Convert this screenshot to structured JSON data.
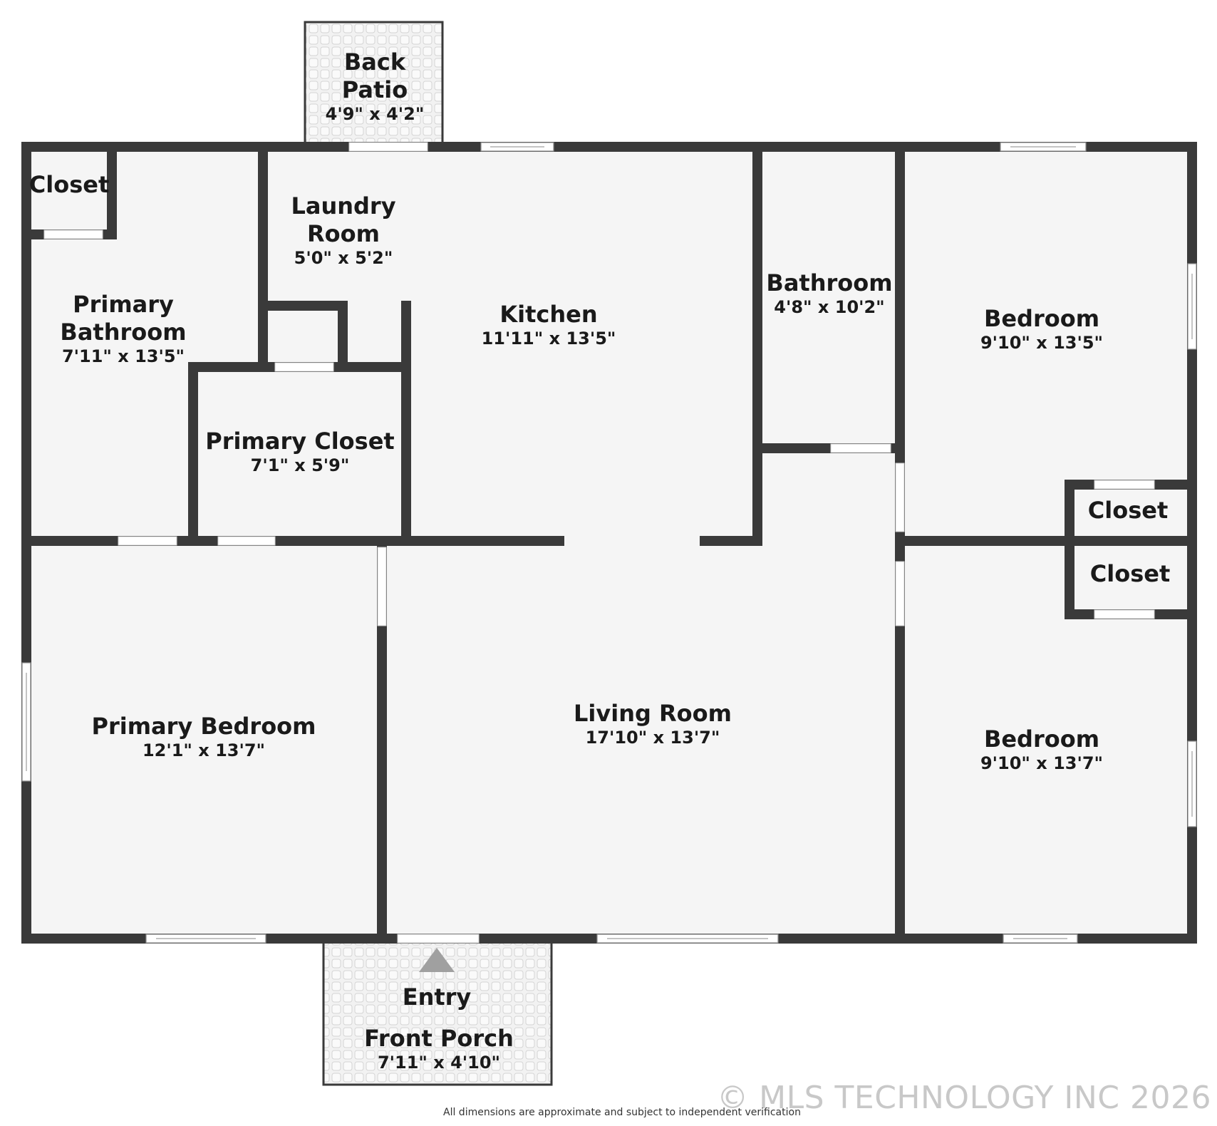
{
  "rooms": {
    "back_patio": {
      "name_line1": "Back",
      "name_line2": "Patio",
      "dims": "4'9\" x 4'2\""
    },
    "closet_top_left": {
      "name": "Closet"
    },
    "laundry_room": {
      "name_line1": "Laundry",
      "name_line2": "Room",
      "dims": "5'0\" x 5'2\""
    },
    "kitchen": {
      "name": "Kitchen",
      "dims": "11'11\" x 13'5\""
    },
    "bathroom": {
      "name": "Bathroom",
      "dims": "4'8\" x 10'2\""
    },
    "bedroom_top": {
      "name": "Bedroom",
      "dims": "9'10\" x 13'5\""
    },
    "primary_bathroom": {
      "name_line1": "Primary",
      "name_line2": "Bathroom",
      "dims": "7'11\" x 13'5\""
    },
    "primary_closet": {
      "name": "Primary Closet",
      "dims": "7'1\" x 5'9\""
    },
    "closet_right_upper": {
      "name": "Closet"
    },
    "closet_right_lower": {
      "name": "Closet"
    },
    "primary_bedroom": {
      "name": "Primary Bedroom",
      "dims": "12'1\" x 13'7\""
    },
    "living_room": {
      "name": "Living Room",
      "dims": "17'10\" x 13'7\""
    },
    "bedroom_bottom": {
      "name": "Bedroom",
      "dims": "9'10\" x 13'7\""
    },
    "entry": {
      "name": "Entry"
    },
    "front_porch": {
      "name": "Front Porch",
      "dims": "7'11\" x 4'10\""
    }
  },
  "footnote": "All dimensions are approximate and subject to independent verification",
  "copyright": "© MLS TECHNOLOGY INC 2026",
  "colors": {
    "wall": "#3a3a3a",
    "floor": "#f5f5f5",
    "tile": "#e6e6e6",
    "arrow": "#a0a0a0"
  }
}
